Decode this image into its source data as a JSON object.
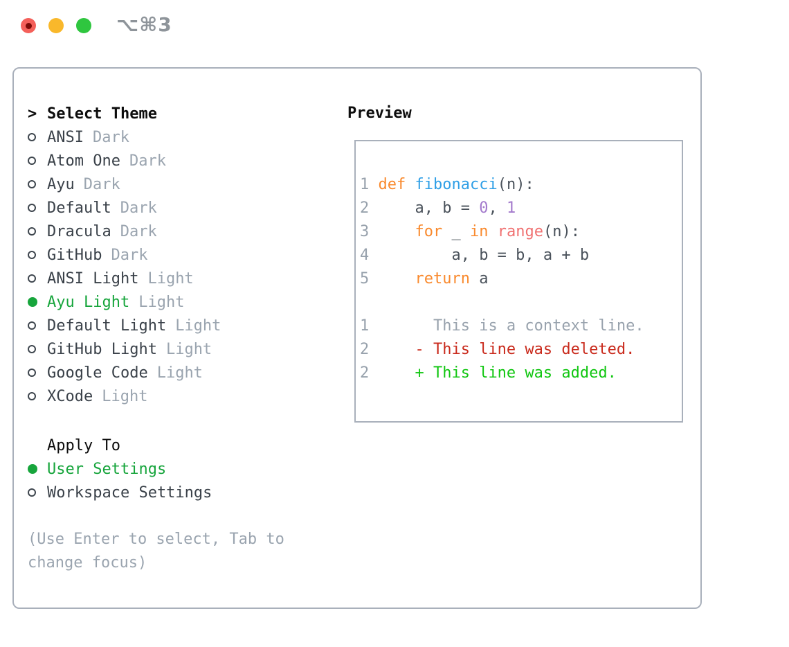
{
  "window": {
    "shortcut_label": "⌥⌘3",
    "traffic_lights": [
      "close",
      "minimize",
      "zoom"
    ]
  },
  "theme_list": {
    "header_prefix": ">",
    "header": "Select Theme",
    "items": [
      {
        "name": "ANSI",
        "tag": "Dark",
        "selected": false
      },
      {
        "name": "Atom One",
        "tag": "Dark",
        "selected": false
      },
      {
        "name": "Ayu",
        "tag": "Dark",
        "selected": false
      },
      {
        "name": "Default",
        "tag": "Dark",
        "selected": false
      },
      {
        "name": "Dracula",
        "tag": "Dark",
        "selected": false
      },
      {
        "name": "GitHub",
        "tag": "Dark",
        "selected": false
      },
      {
        "name": "ANSI Light",
        "tag": "Light",
        "selected": false
      },
      {
        "name": "Ayu Light",
        "tag": "Light",
        "selected": true
      },
      {
        "name": "Default Light",
        "tag": "Light",
        "selected": false
      },
      {
        "name": "GitHub Light",
        "tag": "Light",
        "selected": false
      },
      {
        "name": "Google Code",
        "tag": "Light",
        "selected": false
      },
      {
        "name": "XCode",
        "tag": "Light",
        "selected": false
      }
    ]
  },
  "apply_to": {
    "header": "Apply To",
    "options": [
      {
        "name": "User Settings",
        "selected": true
      },
      {
        "name": "Workspace Settings",
        "selected": false
      }
    ]
  },
  "help_text": "(Use Enter to select, Tab to change focus)",
  "preview": {
    "header": "Preview",
    "lines": [
      [
        [
          "ln",
          "1 "
        ],
        [
          "kw",
          "def "
        ],
        [
          "fn",
          "fibonacci"
        ],
        [
          "pl",
          "(n):"
        ]
      ],
      [
        [
          "ln",
          "2 "
        ],
        [
          "pl",
          "    a, b = "
        ],
        [
          "num",
          "0"
        ],
        [
          "pl",
          ", "
        ],
        [
          "num",
          "1"
        ]
      ],
      [
        [
          "ln",
          "3 "
        ],
        [
          "pl",
          "    "
        ],
        [
          "kw",
          "for "
        ],
        [
          "pl",
          "_ "
        ],
        [
          "kw",
          "in "
        ],
        [
          "rng",
          "range"
        ],
        [
          "pl",
          "(n):"
        ]
      ],
      [
        [
          "ln",
          "4 "
        ],
        [
          "pl",
          "        a, b = b, a + b"
        ]
      ],
      [
        [
          "ln",
          "5 "
        ],
        [
          "pl",
          "    "
        ],
        [
          "kw",
          "return "
        ],
        [
          "pl",
          "a"
        ]
      ],
      [],
      [
        [
          "ln",
          "1 "
        ],
        [
          "ctx",
          "      This is a context line."
        ]
      ],
      [
        [
          "ln",
          "2 "
        ],
        [
          "del",
          "    - This line was deleted."
        ]
      ],
      [
        [
          "ln",
          "2 "
        ],
        [
          "add",
          "    + This line was added."
        ]
      ]
    ]
  },
  "colors": {
    "selection_green": "#17a53c",
    "tag_gray": "#9aa4af",
    "panel_border": "#a9b0bb",
    "keyword_orange": "#f98a2e",
    "function_blue": "#2f9fe6",
    "constant_purple": "#a37acc",
    "range_coral": "#f07171",
    "diff_deleted_red": "#c92a1c",
    "diff_added_green": "#10c610",
    "traffic_red": "#f4605a",
    "traffic_yellow": "#f9b82b",
    "traffic_green": "#2fc63f"
  }
}
